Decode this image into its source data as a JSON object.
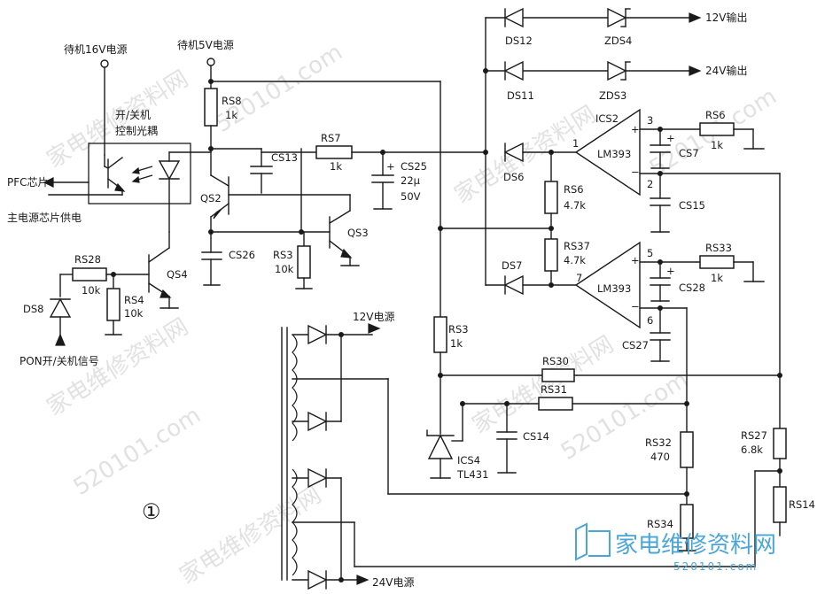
{
  "labels": {
    "standby16v": "待机16V电源",
    "standby5v": "待机5V电源",
    "onoff_opto": "开/关机",
    "opto_ctrl": "控制光耦",
    "pfc": "PFC芯片",
    "main_supply": "主电源芯片供电",
    "pon": "PON开/关机信号",
    "v12_source": "12V电源",
    "v24_source": "24V电源",
    "v12_out": "12V输出",
    "v24_out": "24V输出",
    "figure_number": "①"
  },
  "components": {
    "RS8": {
      "ref": "RS8",
      "value": "1k"
    },
    "RS7": {
      "ref": "RS7",
      "value": "1k"
    },
    "CS25": {
      "ref": "CS25",
      "value": "22μ",
      "voltage": "50V"
    },
    "CS13": {
      "ref": "CS13"
    },
    "QS2": {
      "ref": "QS2"
    },
    "QS3": {
      "ref": "QS3"
    },
    "RS3a": {
      "ref": "RS3",
      "value": "10k"
    },
    "CS26": {
      "ref": "CS26"
    },
    "RS28": {
      "ref": "RS28",
      "value": "10k"
    },
    "RS4": {
      "ref": "RS4",
      "value": "10k"
    },
    "QS4": {
      "ref": "QS4"
    },
    "DS8": {
      "ref": "DS8"
    },
    "DS12": {
      "ref": "DS12"
    },
    "ZDS4": {
      "ref": "ZDS4"
    },
    "DS11": {
      "ref": "DS11"
    },
    "ZDS3": {
      "ref": "ZDS3"
    },
    "DS6": {
      "ref": "DS6"
    },
    "DS7": {
      "ref": "DS7"
    },
    "ICS2": {
      "ref": "ICS2",
      "part": "LM393"
    },
    "ICS2b": {
      "part": "LM393"
    },
    "RS6a": {
      "ref": "RS6",
      "value": "1k"
    },
    "CS7": {
      "ref": "CS7"
    },
    "CS15": {
      "ref": "CS15"
    },
    "RS6b": {
      "ref": "RS6",
      "value": "4.7k"
    },
    "RS37": {
      "ref": "RS37",
      "value": "4.7k"
    },
    "RS33": {
      "ref": "RS33",
      "value": "1k"
    },
    "CS28": {
      "ref": "CS28"
    },
    "CS27": {
      "ref": "CS27"
    },
    "RS3b": {
      "ref": "RS3",
      "value": "1k"
    },
    "RS30": {
      "ref": "RS30"
    },
    "RS31": {
      "ref": "RS31"
    },
    "CS14": {
      "ref": "CS14"
    },
    "ICS4": {
      "ref": "ICS4",
      "part": "TL431"
    },
    "RS32": {
      "ref": "RS32",
      "value": "470"
    },
    "RS34": {
      "ref": "RS34"
    },
    "RS27": {
      "ref": "RS27",
      "value": "6.8k"
    },
    "RS14": {
      "ref": "RS14"
    }
  },
  "pins": {
    "p1": "1",
    "p2": "2",
    "p3": "3",
    "p5": "5",
    "p6": "6",
    "p7": "7",
    "plus": "+",
    "minus": "−"
  },
  "watermark": {
    "text1": "家电维修资料网",
    "text2": "520101.com",
    "brand": "家电维修资料网",
    "brand_url": "520101.com"
  },
  "colors": {
    "ink": "#1a1a1a",
    "watermark": "#c9c9c9",
    "brand": "#4aa6d6"
  }
}
